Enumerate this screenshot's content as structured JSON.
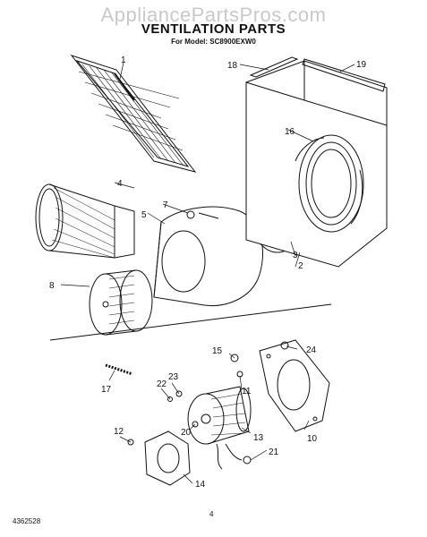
{
  "watermark": "AppliancePartsPros.com",
  "title": "VENTILATION PARTS",
  "model": "For Model: SC8900EXW0",
  "footer": {
    "doc_number": "4362528",
    "page_number": "4"
  },
  "callouts": {
    "p1": "1",
    "p2": "2",
    "p3": "3",
    "p4": "4",
    "p5": "5",
    "p7": "7",
    "p8": "8",
    "p10": "10",
    "p11": "11",
    "p12": "12",
    "p13": "13",
    "p14": "14",
    "p15": "15",
    "p16": "16",
    "p17": "17",
    "p18": "18",
    "p19": "19",
    "p20": "20",
    "p21": "21",
    "p22": "22",
    "p23": "23",
    "p24": "24"
  }
}
